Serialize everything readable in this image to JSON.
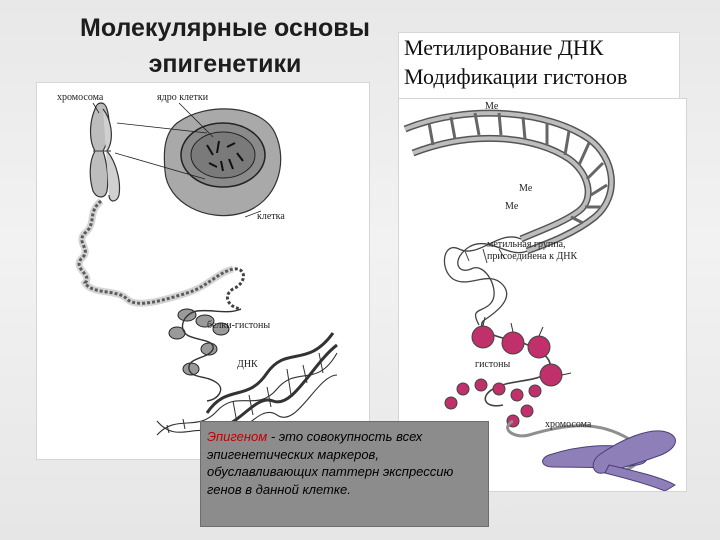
{
  "header": {
    "title_line1": "Молекулярные основы",
    "title_line2": "эпигенетики"
  },
  "right_header": {
    "line1": "Метилирование ДНК",
    "line2": "Модификации гистонов"
  },
  "left_figure": {
    "labels": {
      "chromosome": "хромосома",
      "nucleus": "ядро клетки",
      "cell": "клетка",
      "histone_proteins": "белки-гистоны",
      "dna": "ДНК"
    }
  },
  "right_figure": {
    "labels": {
      "me_top": "Mе",
      "me_mid": "Mе",
      "me_low": "Mе",
      "methyl_line1": "метильная группа,",
      "methyl_line2": "присоединена к ДНК",
      "histones": "гистоны",
      "chromosome": "хромосома"
    }
  },
  "definition": {
    "term": "Эпигеном",
    "text": " - это совокупность всех эпигенетических маркеров, обуславливающих паттерн экспрессию генов в данной клетке."
  },
  "colors": {
    "definition_term": "#c00000",
    "definition_box": "#8c8c8c",
    "histone_pink": "#c0306a"
  }
}
